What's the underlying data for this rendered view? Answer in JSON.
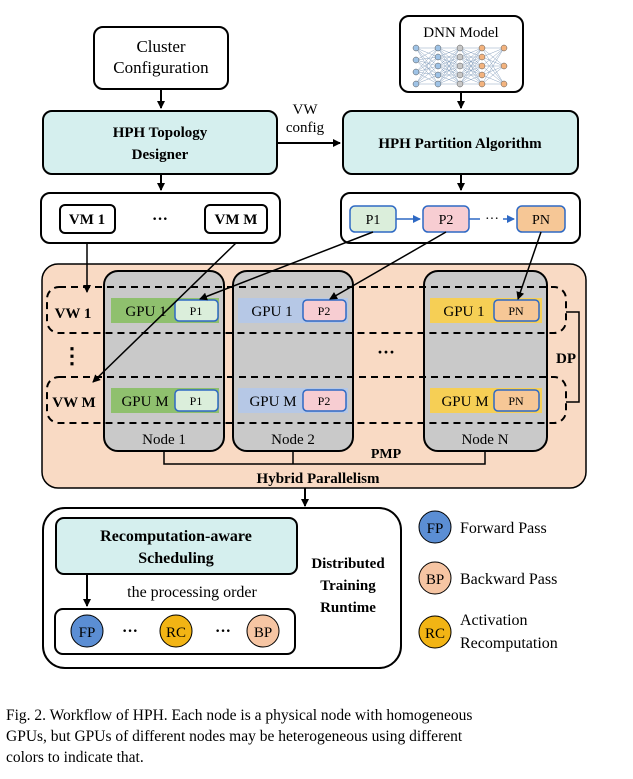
{
  "boxes": {
    "cluster_config": [
      "Cluster",
      "Configuration"
    ],
    "dnn_model": "DNN Model",
    "topology_designer": [
      "HPH Topology",
      "Designer"
    ],
    "partition_algorithm": "HPH Partition Algorithm",
    "vw_config": [
      "VW",
      "config"
    ]
  },
  "vm_row": {
    "first": "VM 1",
    "ellipsis": "···",
    "last": "VM M"
  },
  "partition_row": {
    "first": "P1",
    "second": "P2",
    "ellipsis": "···",
    "last": "PN"
  },
  "cluster": {
    "vw_first": "VW 1",
    "vw_last": "VW M",
    "vw_ellipsis": "⋮",
    "node_ellipsis": "···",
    "dp_label": "DP",
    "pmp_label": "PMP",
    "hybrid_label": "Hybrid Parallelism",
    "nodes": [
      {
        "label": "Node 1",
        "gpu_top": "GPU 1",
        "gpu_bottom": "GPU M",
        "part": "P1"
      },
      {
        "label": "Node 2",
        "gpu_top": "GPU 1",
        "gpu_bottom": "GPU M",
        "part": "P2"
      },
      {
        "label": "Node N",
        "gpu_top": "GPU 1",
        "gpu_bottom": "GPU M",
        "part": "PN"
      }
    ]
  },
  "runtime": {
    "scheduling": [
      "Recomputation-aware",
      "Scheduling"
    ],
    "order_label": "the processing order",
    "sequence": [
      "FP",
      "···",
      "RC",
      "···",
      "BP"
    ],
    "title": [
      "Distributed",
      "Training",
      "Runtime"
    ]
  },
  "legend": [
    {
      "abbr": "FP",
      "lines": [
        "Forward Pass"
      ]
    },
    {
      "abbr": "BP",
      "lines": [
        "Backward Pass"
      ]
    },
    {
      "abbr": "RC",
      "lines": [
        "Activation",
        "Recomputation"
      ]
    }
  ],
  "caption": [
    "Fig. 2.  Workflow of HPH. Each node is a physical node with homogeneous",
    "GPUs, but GPUs of different nodes may be heterogeneous using different",
    "colors to indicate that."
  ],
  "colors": {
    "teal_box": "#d5efee",
    "cluster_bg": "#f9dac4",
    "node_bg": "#c9c9c9",
    "gpu_green": "#8fc06e",
    "gpu_blue": "#b6c8e6",
    "gpu_yellow": "#f6cf55",
    "part_p1": "#dbeedb",
    "part_p2": "#f7cdd2",
    "part_pn": "#f6c796",
    "fp": "#5b8ed4",
    "bp": "#f6c5a3",
    "rc": "#f2b414",
    "arrow_blue": "#2e69c4"
  }
}
